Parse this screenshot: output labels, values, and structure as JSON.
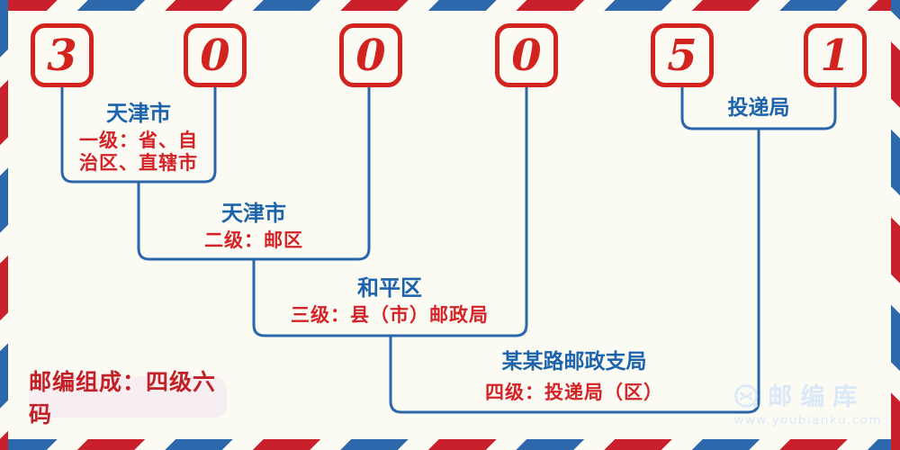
{
  "postal_code": {
    "full_code": "300051",
    "digits": [
      "3",
      "0",
      "0",
      "0",
      "5",
      "1"
    ]
  },
  "levels": [
    {
      "name": "天津市",
      "desc_line1": "一级：省、自",
      "desc_line2": "治区、直辖市"
    },
    {
      "name": "天津市",
      "desc": "二级：邮区"
    },
    {
      "name": "和平区",
      "desc": "三级：县（市）邮政局"
    },
    {
      "name": "某某路邮政支局",
      "desc": "四级：投递局（区）"
    },
    {
      "name": "投递局"
    }
  ],
  "footer": {
    "composition_note": "邮编组成：四级六码"
  },
  "watermark": {
    "brand": "邮编库",
    "url": "www.youbianku.com",
    "icon": "envelope-in-circle-icon"
  },
  "colors": {
    "background": "#fbfbf4",
    "digit_red": "#d2231f",
    "stripe_red": "#c9202b",
    "stripe_blue": "#2e68ac",
    "connector_blue": "#2b66ab",
    "title_blue": "#1c63ac",
    "label_red": "#d42227",
    "note_background": "#f6eef1",
    "watermark_blue": "#dbe8f7"
  }
}
